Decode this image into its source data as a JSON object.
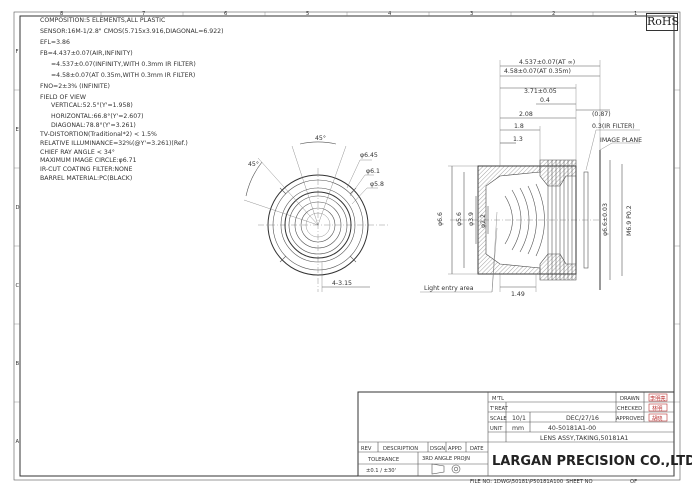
{
  "rohs": "RoHS",
  "specs": [
    "COMPOSITION:5 ELEMENTS,ALL PLASTIC",
    "SENSOR:16M-1/2.8\" CMOS(5.715x3.916,DIAGONAL=6.922)",
    "EFL=3.86",
    "FB=4.437±0.07(AIR,INFINITY)",
    "=4.537±0.07(INFINITY,WITH 0.3mm IR FILTER)",
    "=4.58±0.07(AT 0.35m,WITH 0.3mm IR FILTER)",
    "FNO=2±3% (INFINITE)",
    "FIELD OF VIEW",
    "VERTICAL:52.5°(Y'=1.958)",
    "HORIZONTAL:66.8°(Y'=2.607)",
    "DIAGONAL:78.8°(Y'=3.261)",
    "TV-DISTORTION(Traditional*2) < 1.5%",
    "RELATIVE ILLUMINANCE=32%(@Y'=3.261)(Ref.)",
    "CHIEF RAY ANGLE < 34°",
    "MAXIMUM IMAGE CIRCLE:φ6.71",
    "IR-CUT COATING FILTER:NONE",
    "BARREL MATERIAL:PC(BLACK)"
  ],
  "front_view": {
    "angle_45_top": "45°",
    "angle_45_left": "45°",
    "dia_d1": "φ6.45",
    "dia_d2": "φ6.1",
    "dia_d3": "φ5.8",
    "slot_dim": "4-3.15"
  },
  "side_view": {
    "fb_infinity": "4.537±0.07(AT ∞)",
    "fb_035": "4.58±0.07(AT 0.35m)",
    "dim_3_71": "3.71±0.05",
    "dim_0_87": "(0.87)",
    "dim_0_4": "0.4",
    "dim_2_08": "2.08",
    "dim_1_8": "1.8",
    "dim_1_3": "1.3",
    "ir_filter": "0.3(IR FILTER)",
    "image_plane": "IMAGE PLANE",
    "phi_6_6": "φ6.6",
    "phi_5_6": "φ5.6",
    "phi_3_9": "φ3.9",
    "phi_2_2": "φ2.2",
    "phi_6_6b": "φ6.6±0.03",
    "thread": "M6.9 P0.2",
    "light_entry": "Light entry area",
    "dim_1_49": "1.49"
  },
  "title_block": {
    "mtl": "M'TL",
    "treat": "T'REAT",
    "scale_label": "SCALE",
    "scale_value": "10/1",
    "date_value": "DEC/27/16",
    "unit_label": "UNIT",
    "unit_value": "mm",
    "part_number": "40-50181A1-00",
    "part_name": "LENS ASSY,TAKING,50181A1",
    "drawn": "DRAWN",
    "checked": "CHECKED",
    "approved": "APPROVED",
    "stamp_drawn": "李明亮",
    "stamp_checked": "林明",
    "stamp_approved": "胡晓",
    "rev": "REV",
    "description": "DESCRIPTION",
    "dsgn": "DSGN",
    "appd": "APPD",
    "date": "DATE",
    "tolerance": "TOLERANCE",
    "tolerance_value": "±0.1 / ±30'",
    "angle_proj": "3RD ANGLE PROJN",
    "company": "LARGAN PRECISION CO.,LTD.",
    "file_no": "FILE NO: 1DWG\\50181\\P50181A100",
    "sheet_no": "SHEET NO",
    "sheet_of": "OF"
  },
  "border": {
    "cols_top": [
      "8",
      "7",
      "6",
      "5",
      "4",
      "3",
      "2",
      "1"
    ],
    "rows_left": [
      "F",
      "E",
      "D",
      "C",
      "B",
      "A"
    ]
  }
}
